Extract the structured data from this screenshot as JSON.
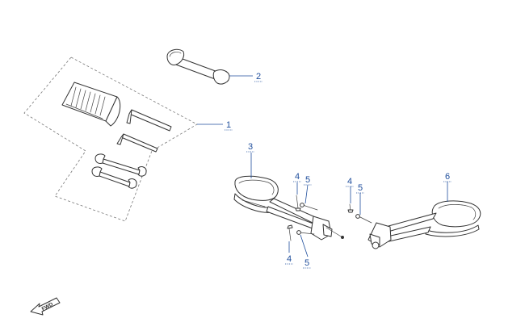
{
  "callouts": [
    {
      "id": "c1",
      "label": "1"
    },
    {
      "id": "c2",
      "label": "2"
    },
    {
      "id": "c3",
      "label": "3"
    },
    {
      "id": "c4a",
      "label": "4"
    },
    {
      "id": "c5a",
      "label": "5"
    },
    {
      "id": "c4b",
      "label": "4"
    },
    {
      "id": "c5b",
      "label": "5"
    },
    {
      "id": "c4c",
      "label": "4"
    },
    {
      "id": "c5c",
      "label": "5"
    },
    {
      "id": "c6",
      "label": "6"
    }
  ],
  "fwd_label": "FWD",
  "colors": {
    "callout": "#1f4e9c",
    "line": "#333333",
    "frame": "#777777"
  }
}
